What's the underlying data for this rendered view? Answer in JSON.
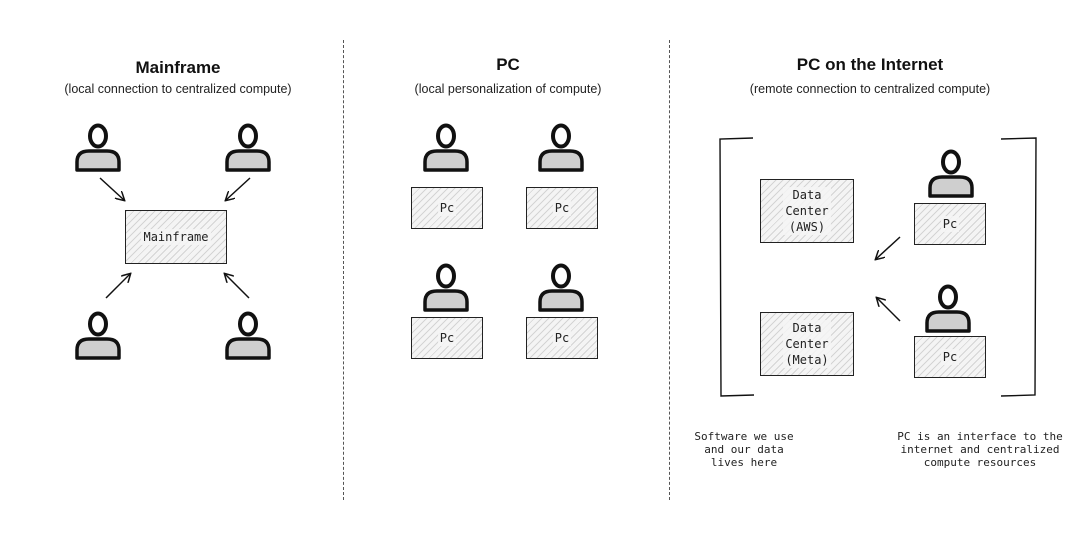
{
  "panels": [
    {
      "title": "Mainframe",
      "subtitle": "(local connection to centralized compute)"
    },
    {
      "title": "PC",
      "subtitle": "(local personalization of compute)"
    },
    {
      "title": "PC on the Internet",
      "subtitle": "(remote connection to centralized compute)"
    }
  ],
  "mainframe": {
    "box_label": "Mainframe"
  },
  "pc_panel": {
    "pc_labels": [
      "Pc",
      "Pc",
      "Pc",
      "Pc"
    ]
  },
  "internet": {
    "datacenters": [
      "Data\nCenter\n(AWS)",
      "Data\nCenter\n(Meta)"
    ],
    "pc_labels": [
      "Pc",
      "Pc"
    ],
    "note_left": "Software we use\nand our data\nlives here",
    "note_right": "PC is an interface to the\ninternet and centralized\ncompute resources"
  },
  "icons": {
    "person": "person-icon",
    "arrow": "arrow-icon"
  },
  "colors": {
    "person_fill": "#cfcfcf",
    "stroke": "#111111",
    "hatch": "#f4f4f4"
  }
}
